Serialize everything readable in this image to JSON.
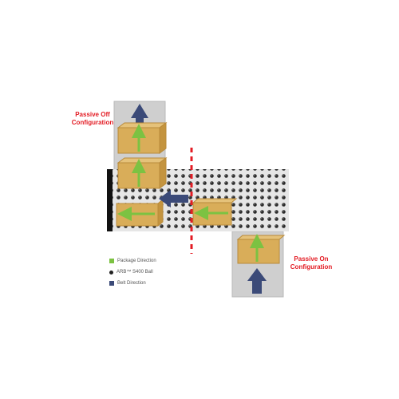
{
  "captions": {
    "passive_off": [
      "Passive Off",
      "Configuration"
    ],
    "passive_on": [
      "Passive On",
      "Configuration"
    ]
  },
  "legend": [
    {
      "label": "Package Direction",
      "icon": "green-square",
      "color": "#7cc242"
    },
    {
      "label": "ARB™ S400 Ball",
      "icon": "black-dot",
      "color": "#222222"
    },
    {
      "label": "Belt Direction",
      "icon": "navy-square",
      "color": "#3b4a78"
    }
  ],
  "colors": {
    "caption_red": "#e31b23",
    "package_green": "#7cc242",
    "belt_navy": "#3b4a78",
    "box_tan": "#d9ad59",
    "box_tan_dark": "#b98a3a",
    "divider_red": "#e31b23",
    "panel_gray": "#cfcfcf",
    "belt_gray": "#e3e3e3"
  }
}
